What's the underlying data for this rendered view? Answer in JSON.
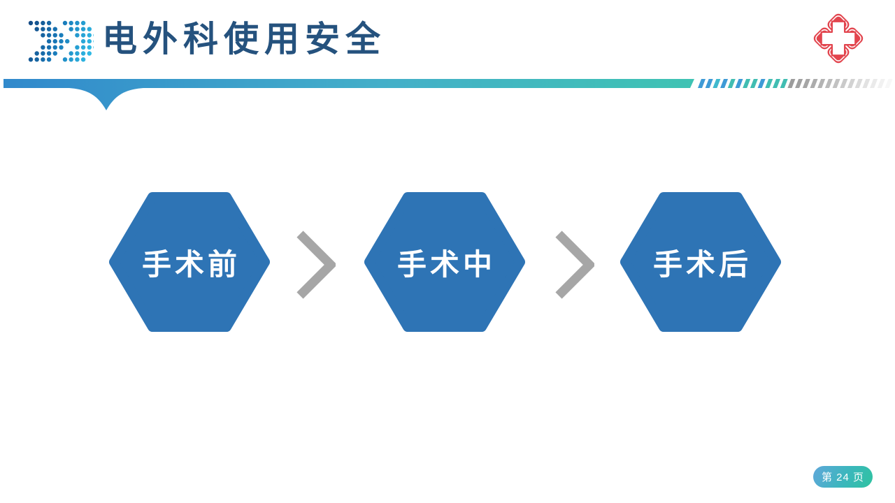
{
  "slide": {
    "title": "电外科使用安全",
    "page_number_label": "第 24 页"
  },
  "diagram": {
    "steps": [
      {
        "label": "手术前"
      },
      {
        "label": "手术中"
      },
      {
        "label": "手术后"
      }
    ]
  },
  "icons": {
    "header_icon": "dotted-double-chevron",
    "logo": "red-hospital-cross",
    "step_separator": "chevron-right"
  },
  "colors": {
    "title_text": "#25527E",
    "hexagon_fill": "#2E74B5",
    "hexagon_text": "#FFFFFF",
    "separator_gray": "#A6A6A6",
    "divider_gradient_left": "#3189CC",
    "divider_gradient_mid": "#44AFC9",
    "divider_gradient_right": "#3FC3B3",
    "slash_blue": "#3E9AD6",
    "slash_teal": "#41BDB2",
    "badge_gradient_start": "#5FA7DA",
    "badge_gradient_end": "#2FC3A0",
    "logo_red": "#E2454E"
  }
}
